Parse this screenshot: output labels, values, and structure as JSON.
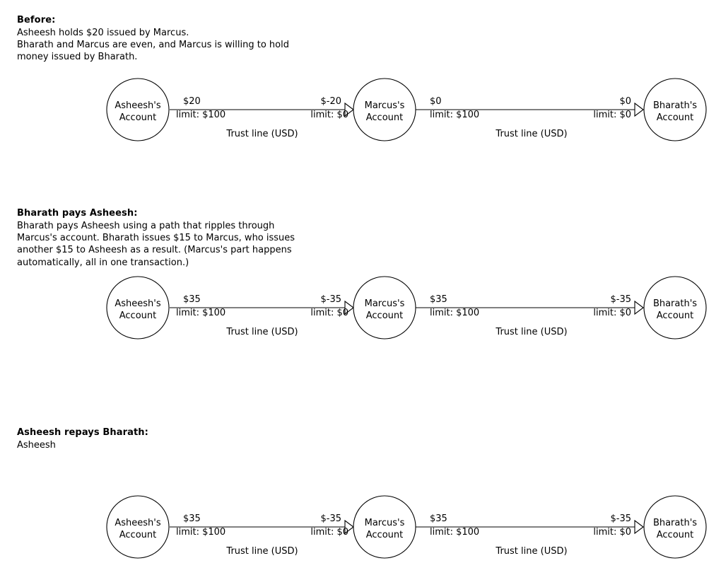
{
  "sections": [
    {
      "title": "Before:",
      "body": "Asheesh holds $20 issued by Marcus.\nBharath and Marcus are even, and Marcus is willing to hold\nmoney issued by Bharath."
    },
    {
      "title": "Bharath pays Asheesh:",
      "body": "Bharath pays Asheesh using a path that ripples through\nMarcus's account. Bharath issues $15 to Marcus, who issues\nanother $15 to Asheesh as a result. (Marcus's part happens\nautomatically, all in one transaction.)"
    },
    {
      "title": "Asheesh repays Bharath:",
      "body": "Asheesh"
    }
  ],
  "nodes": {
    "asheesh": {
      "line1": "Asheesh's",
      "line2": "Account"
    },
    "marcus": {
      "line1": "Marcus's",
      "line2": "Account"
    },
    "bharath": {
      "line1": "Bharath's",
      "line2": "Account"
    }
  },
  "trust_line_label": "Trust line (USD)",
  "rows": [
    {
      "id": "before",
      "edges": [
        {
          "from": "asheesh",
          "to": "marcus",
          "left_amount": "$20",
          "left_limit": "limit: $100",
          "right_amount": "$-20",
          "right_limit": "limit: $0",
          "caption": "Trust line (USD)"
        },
        {
          "from": "marcus",
          "to": "bharath",
          "left_amount": "$0",
          "left_limit": "limit: $100",
          "right_amount": "$0",
          "right_limit": "limit: $0",
          "caption": "Trust line (USD)"
        }
      ]
    },
    {
      "id": "bharath-pays-asheesh",
      "edges": [
        {
          "from": "asheesh",
          "to": "marcus",
          "left_amount": "$35",
          "left_limit": "limit: $100",
          "right_amount": "$-35",
          "right_limit": "limit: $0",
          "caption": "Trust line (USD)"
        },
        {
          "from": "marcus",
          "to": "bharath",
          "left_amount": "$35",
          "left_limit": "limit: $100",
          "right_amount": "$-35",
          "right_limit": "limit: $0",
          "caption": "Trust line (USD)"
        }
      ]
    },
    {
      "id": "asheesh-repays-bharath",
      "edges": [
        {
          "from": "asheesh",
          "to": "marcus",
          "left_amount": "$35",
          "left_limit": "limit: $100",
          "right_amount": "$-35",
          "right_limit": "limit: $0",
          "caption": "Trust line (USD)"
        },
        {
          "from": "marcus",
          "to": "bharath",
          "left_amount": "$35",
          "left_limit": "limit: $100",
          "right_amount": "$-35",
          "right_limit": "limit: $0",
          "caption": "Trust line (USD)"
        }
      ]
    }
  ],
  "colors": {
    "stroke": "#000000",
    "fill": "#ffffff",
    "text": "#000000"
  }
}
